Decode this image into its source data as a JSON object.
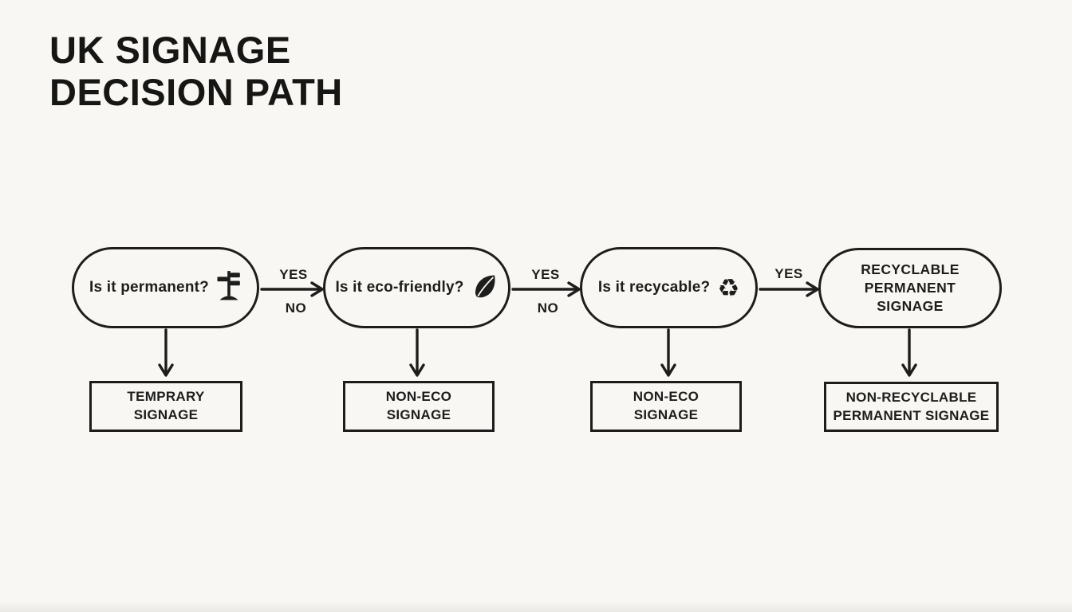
{
  "colors": {
    "background": "#f8f7f4",
    "ink": "#1d1d1b"
  },
  "title": {
    "lines": [
      "UK SIGNAGE",
      "DECISION PATH"
    ]
  },
  "questions": [
    {
      "label": "Is it permanent?",
      "icon": "signpost-icon"
    },
    {
      "label": "Is it eco-friendly?",
      "icon": "leaf-icon"
    },
    {
      "label": "Is it recycable?",
      "icon": "recycle-icon"
    }
  ],
  "result_node": {
    "lines": [
      "RECYCLABLE",
      "PERMANENT",
      "SIGNAGE"
    ]
  },
  "edge_labels": {
    "edge1": {
      "yes": "YES",
      "no": "NO"
    },
    "edge2": {
      "yes": "YES",
      "no": "NO"
    },
    "edge3": {
      "yes": "YES"
    }
  },
  "outcomes": [
    {
      "lines": [
        "TEMPRARY",
        "SIGNAGE"
      ]
    },
    {
      "lines": [
        "NON-ECO",
        "SIGNAGE"
      ]
    },
    {
      "lines": [
        "NON-ECO",
        "SIGNAGE"
      ]
    },
    {
      "lines": [
        "NON-RECYCLABLE",
        "PERMANENT SIGNAGE"
      ]
    }
  ],
  "icons": {
    "recycle_glyph": "♻"
  }
}
